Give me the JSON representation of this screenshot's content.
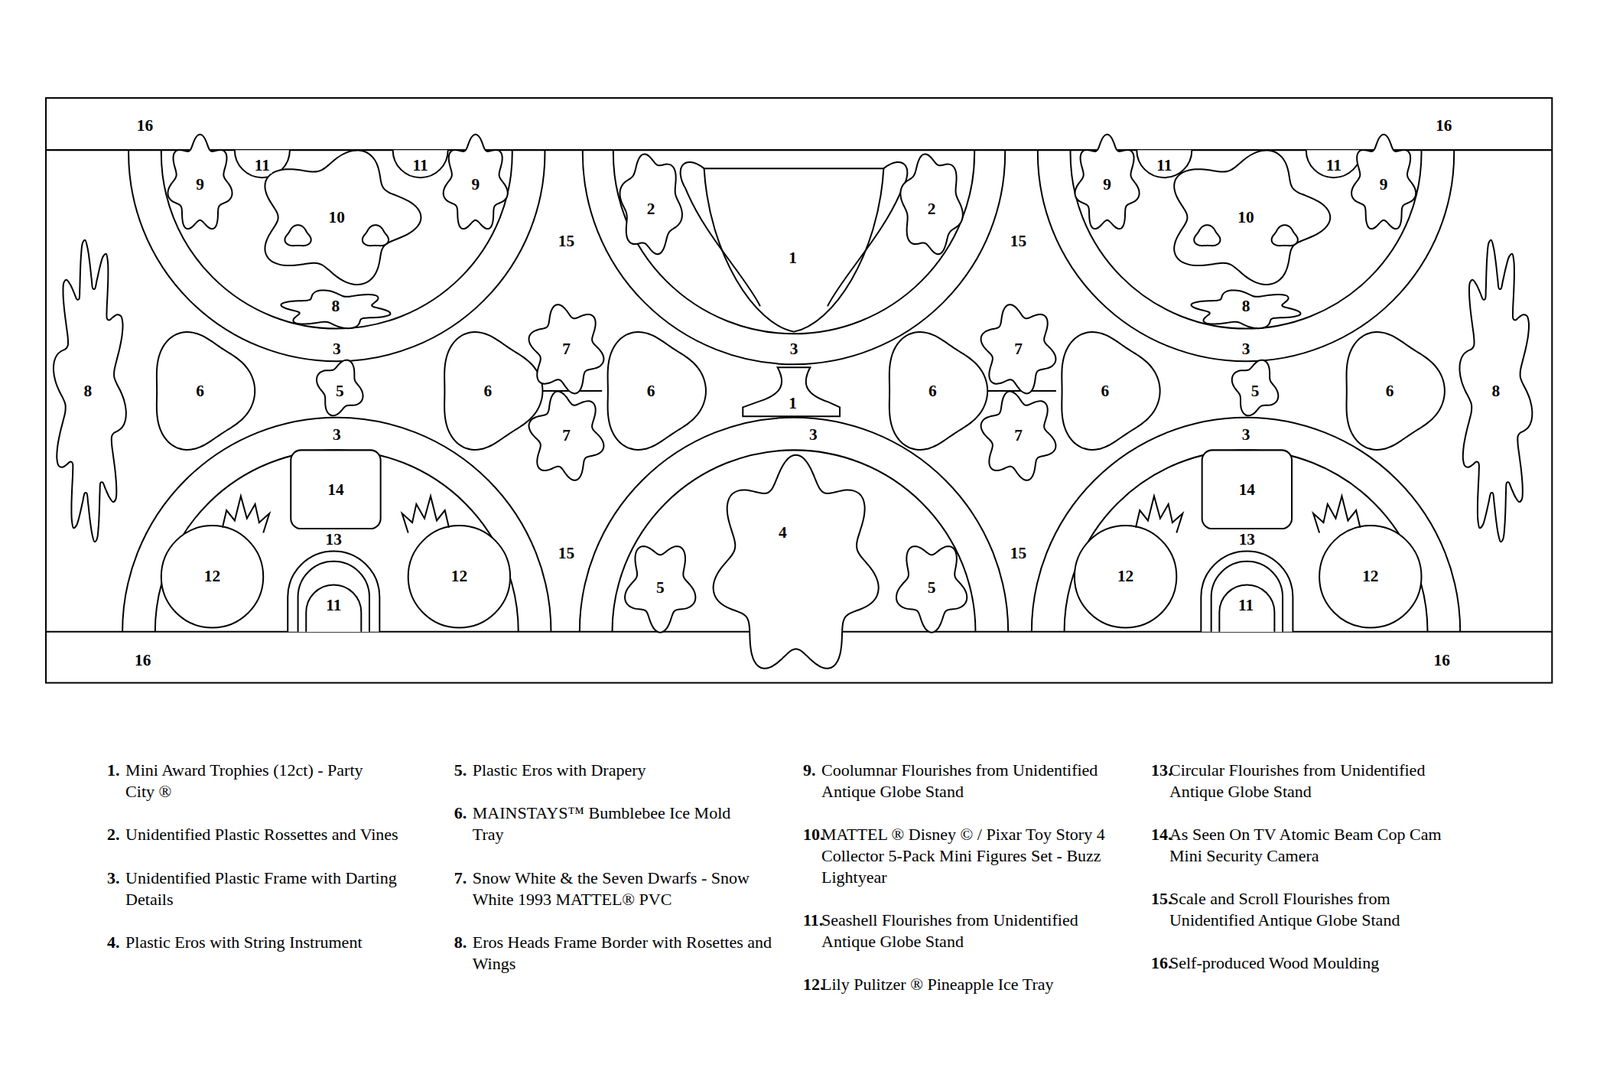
{
  "diagram": {
    "labels": [
      "16",
      "16",
      "11",
      "11",
      "11",
      "11",
      "9",
      "9",
      "9",
      "9",
      "2",
      "2",
      "10",
      "10",
      "15",
      "15",
      "1",
      "8",
      "8",
      "3",
      "7",
      "3",
      "7",
      "3",
      "8",
      "6",
      "5",
      "6",
      "6",
      "6",
      "6",
      "5",
      "6",
      "8",
      "1",
      "3",
      "7",
      "3",
      "7",
      "3",
      "14",
      "14",
      "4",
      "13",
      "13",
      "15",
      "15",
      "12",
      "12",
      "12",
      "12",
      "5",
      "5",
      "11",
      "11",
      "16",
      "16",
      "1.",
      "Mini Award Trophies (12ct) - Party City ®",
      "2.",
      "Unidentified Plastic Rossettes and Vines",
      "3.",
      "Unidentified Plastic Frame with Darting Details",
      "4.",
      "Plastic Eros with String Instrument",
      "5.",
      "Plastic Eros with Drapery",
      "6.",
      "MAINSTAYS™ Bumblebee Ice Mold Tray",
      "7.",
      "Snow White & the Seven Dwarfs - Snow White 1993 MATTEL® PVC",
      "8.",
      "Eros Heads Frame Border with Rosettes and Wings",
      "9.",
      "Coolumnar Flourishes from Unidentified Antique Globe Stand",
      "10.",
      "MATTEL ® Disney © / Pixar Toy Story 4 Collector 5-Pack Mini Figures Set - Buzz Lightyear",
      "11.",
      "Seashell Flourishes from Unidentified Antique Globe Stand",
      "12.",
      "Lily Pulitzer ® Pineapple Ice Tray",
      "13.",
      "Circular Flourishes from Unidentified Antique Globe Stand",
      "14.",
      "As Seen On TV Atomic Beam Cop Cam Mini Security Camera",
      "15.",
      "Scale and Scroll Flourishes from Unidentified Antique Globe Stand",
      "16.",
      "Self-produced Wood Moulding"
    ]
  }
}
